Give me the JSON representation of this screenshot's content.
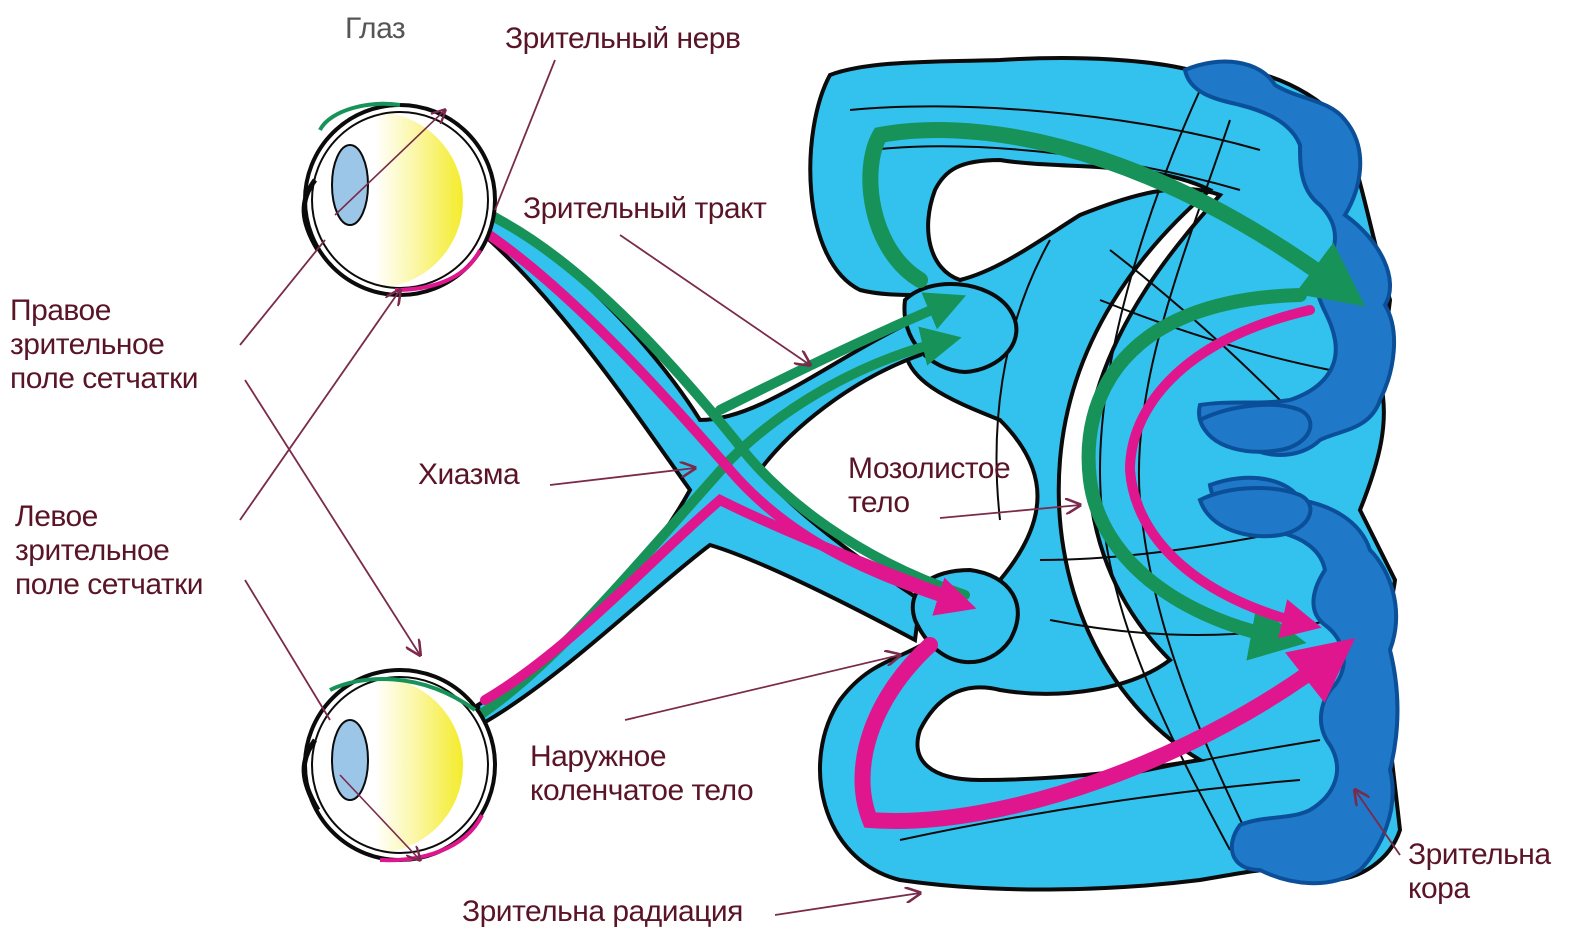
{
  "labels": {
    "eye": "Глаз",
    "optic_nerve": "Зрительный нерв",
    "optic_tract": "Зрительный тракт",
    "right_field": [
      "Правое",
      "зрительное",
      "поле сетчатки"
    ],
    "left_field": [
      "Левое",
      "зрительное",
      "поле сетчатки"
    ],
    "chiasm": "Хиазма",
    "corpus_callosum": [
      "Мозолистое",
      "тело"
    ],
    "lateral_geniculate": [
      "Наружное",
      "коленчатое тело"
    ],
    "visual_cortex": [
      "Зрительна",
      "кора"
    ],
    "optic_radiation": "Зрительна радиация"
  },
  "colors": {
    "brain_fill": "#33c1ee",
    "cortex_fill": "#1f78c8",
    "cortex_dark": "#0b4f98",
    "green_path": "#17935a",
    "magenta_path": "#e0168f",
    "retina_yellow": "#f4ec2a",
    "lens": "#9cc6e8",
    "outline": "#0b0b0b",
    "pointer": "#7a2a4a"
  }
}
